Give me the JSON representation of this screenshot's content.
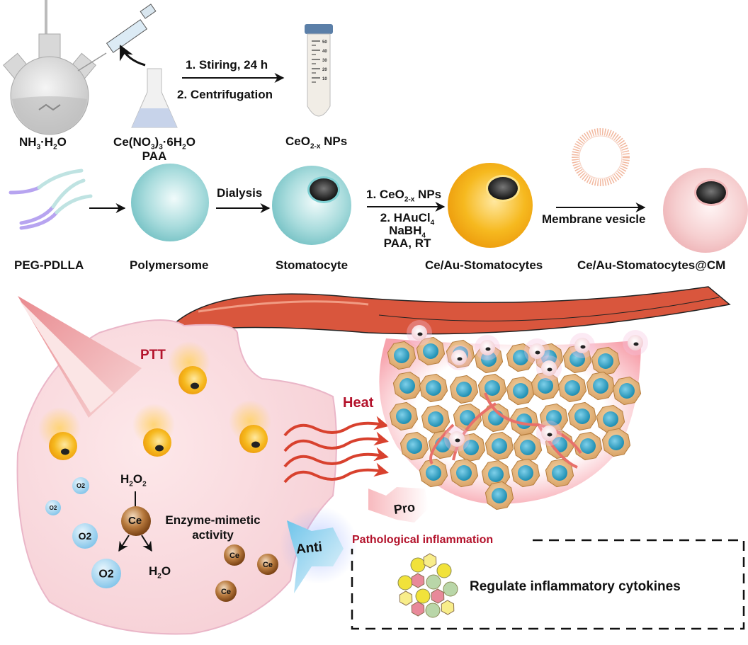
{
  "synthesis": {
    "flask_label": "NH3·H2O",
    "reagent_label_line1": "Ce(NO3)3·6H2O",
    "reagent_label_line2": "PAA",
    "step1": "1. Stiring, 24 h",
    "step2": "2. Centrifugation",
    "product_label": "CeO2-x NPs",
    "tube_ticks": [
      "50",
      "40",
      "30",
      "20",
      "10"
    ]
  },
  "assembly": {
    "polymer_label": "PEG-PDLLA",
    "polymersome_label": "Polymersome",
    "dialysis_label": "Dialysis",
    "stomatocyte_label": "Stomatocyte",
    "step_ceo2": "1. CeO2-x NPs",
    "step_haucl4": "2. HAuCl4",
    "step_nabh4": "NaBH4",
    "step_paa_rt": "PAA, RT",
    "ceau_label": "Ce/Au-Stomatocytes",
    "membrane_label": "Membrane vesicle",
    "final_label": "Ce/Au-Stomatocytes@CM"
  },
  "therapy": {
    "ptt_label": "PTT",
    "heat_label": "Heat",
    "h2o2_label": "H2O2",
    "ce_label": "Ce",
    "enzyme_label_line1": "Enzyme-mimetic",
    "enzyme_label_line2": "activity",
    "o2_label": "O2",
    "h2o_label": "H2O",
    "anti_label": "Anti",
    "pro_label": "Pro",
    "pathological_label": "Pathological inflammation",
    "cytokines_label": "Regulate inflammatory cytokines"
  },
  "colors": {
    "text_dark": "#111111",
    "accent_red": "#b3122b",
    "vessel_red": "#d9503a",
    "gold": "#f3b21c",
    "teal": "#9fd6d8",
    "pink_sphere": "#f6c9cc",
    "tissue_pink": "#f8d6da",
    "ce_brown": "#9a5a22",
    "o2_blue": "#9fd2ee"
  }
}
